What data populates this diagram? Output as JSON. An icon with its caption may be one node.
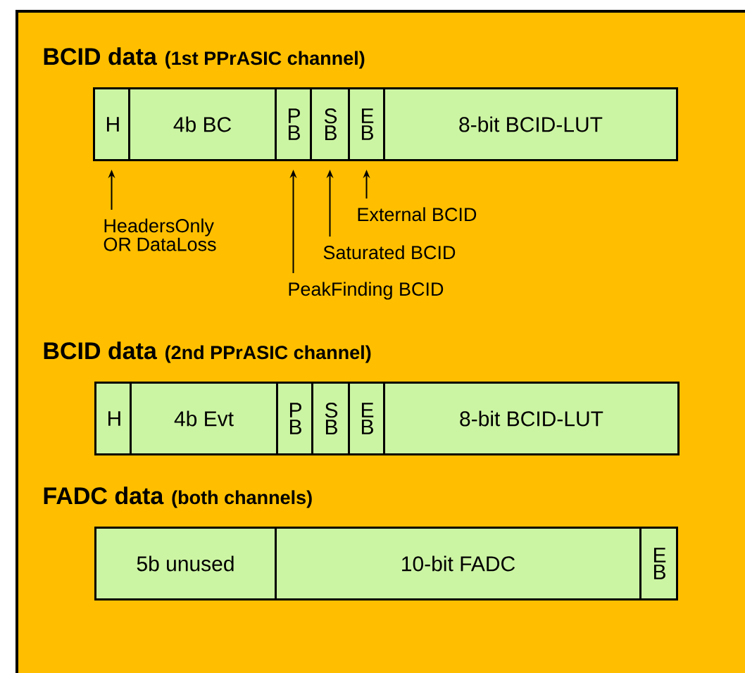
{
  "diagram": {
    "nodes": [
      {
        "text": [
          "H"
        ]
      },
      {
        "text": [
          "4b BC"
        ]
      },
      {
        "text": [
          "P B"
        ]
      },
      {
        "text": [
          "S B"
        ]
      },
      {
        "text": [
          "E B"
        ]
      },
      {
        "text": [
          "8-bit BCID-LUT"
        ]
      },
      {
        "text": [
          "HeadersOnly OR DataLoss"
        ]
      },
      {
        "text": [
          "External BCID"
        ]
      },
      {
        "text": [
          "Saturated BCID"
        ]
      },
      {
        "text": [
          "PeakFinding BCID"
        ]
      },
      {
        "text": [
          "H"
        ]
      },
      {
        "text": [
          "4b Evt"
        ]
      },
      {
        "text": [
          "P B"
        ]
      },
      {
        "text": [
          "S B"
        ]
      },
      {
        "text": [
          "E B"
        ]
      },
      {
        "text": [
          "8-bit BCID-LUT"
        ]
      },
      {
        "text": [
          "5b unused"
        ]
      },
      {
        "text": [
          "10-bit FADC"
        ]
      },
      {
        "text": [
          "E B"
        ]
      }
    ],
    "edges": [
      {
        "from": 6,
        "to": 0,
        "arrow": "to"
      },
      {
        "from": 9,
        "to": 2,
        "arrow": "to"
      },
      {
        "from": 8,
        "to": 3,
        "arrow": "to"
      },
      {
        "from": 7,
        "to": 4,
        "arrow": "to"
      }
    ],
    "labels": [
      "BCID data",
      "(1st PPrASIC channel)",
      "BCID data",
      "(2nd PPrASIC channel)",
      "FADC data",
      "(both channels)"
    ]
  }
}
